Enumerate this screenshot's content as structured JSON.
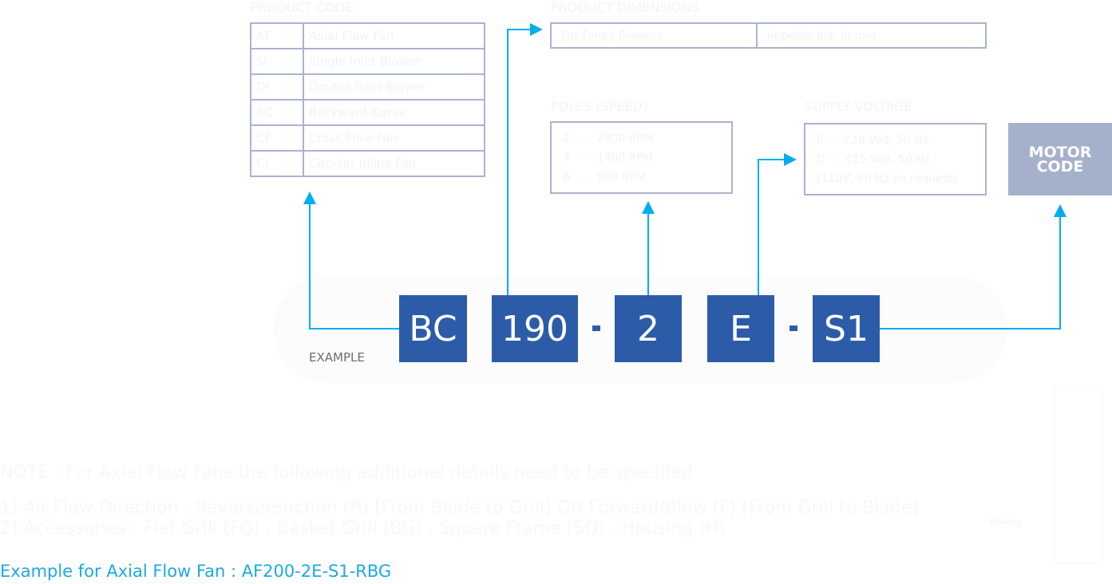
{
  "product_code": {
    "title": "PRODUCT CODE",
    "rows": [
      {
        "code": "AF",
        "desc": "Axial Flow Fan"
      },
      {
        "code": "SI",
        "desc": "Single Inlet Blower"
      },
      {
        "code": "DI",
        "desc": "Double Inlet Blower"
      },
      {
        "code": "BC",
        "desc": "Backward Curve"
      },
      {
        "code": "CF",
        "desc": "Cross Flow Fan"
      },
      {
        "code": "CI",
        "desc": "Circular Inline Fan"
      }
    ]
  },
  "product_dimensions": {
    "title": "PRODUCT DIMENSIONS",
    "left": "For Fans / Blowers",
    "right": "Impeller dia. in mm"
  },
  "poles": {
    "title": "POLES (SPEED)",
    "lines": [
      "2   –   2800 RPM",
      "4   –   1400 RPM",
      "6   –   900 RPM"
    ]
  },
  "supply": {
    "title": "SUPPLY VOLTAGE",
    "lines": [
      "E  –  230 Volt, 50 Hz",
      "D  –  415 Volt, 50 Hz",
      "(110V, 60 Hz on request)"
    ]
  },
  "motor_code": "MOTOR CODE",
  "example": {
    "label": "EXAMPLE",
    "parts": [
      "BC",
      "190",
      "2",
      "E",
      "S1"
    ]
  },
  "note": {
    "heading": "NOTE : For Axial Flow Fans the following additional details need to be specified",
    "line1": "1) Air Flow Direction   :  Reverse/Suction (R) [From Blade to Grill]   OR   Forward/Blow (F) [From Grill to Blade]",
    "line2": "2) Accessories              :  Flat Grill (FG) , Basket Grill (BG) , Square Frame (SQ) , Housing (H)"
  },
  "fan_label": "Blowing",
  "footer": "Example for Axial Flow Fan : AF200-2E-S1-RBG",
  "colors": {
    "code_box": "#2c5ca8",
    "arrow": "#00aeef",
    "motor_box": "#a5b1cb",
    "border": "#a9b4cd",
    "footer": "#1ba9e1"
  }
}
